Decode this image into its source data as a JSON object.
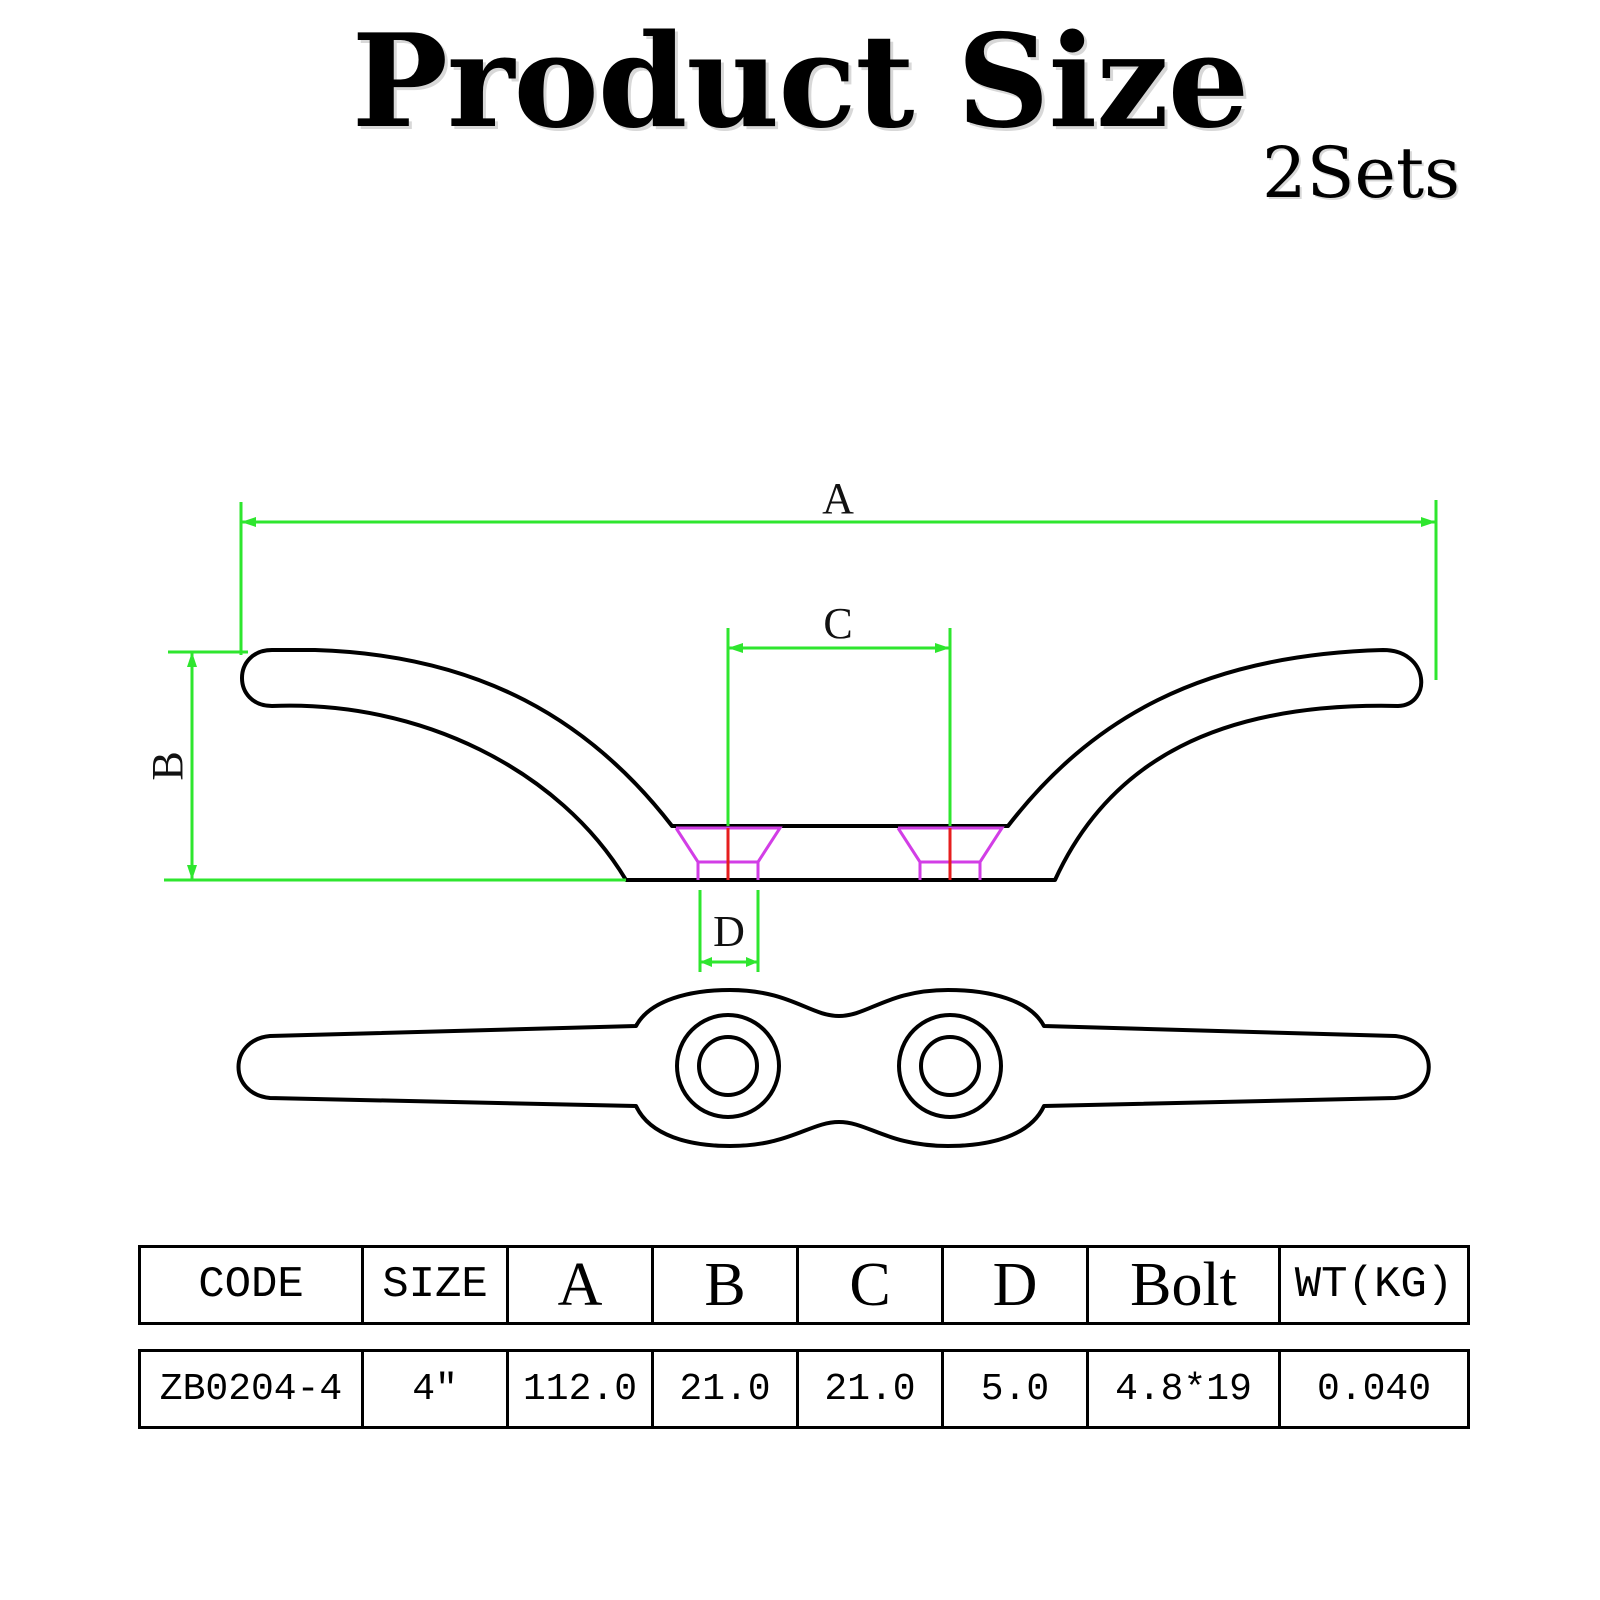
{
  "title": "Product Size",
  "quantity": "2Sets",
  "diagram": {
    "labels": {
      "a": "A",
      "b": "B",
      "c": "C",
      "d": "D"
    },
    "colors": {
      "dimension": "#2ee62e",
      "countersink": "#d23ee6",
      "centerline": "#e61e1e",
      "outline": "#000000"
    }
  },
  "table": {
    "headers": [
      "CODE",
      "SIZE",
      "A",
      "B",
      "C",
      "D",
      "Bolt",
      "WT(KG)"
    ],
    "row": [
      "ZB0204-4",
      "4″",
      "112.0",
      "21.0",
      "21.0",
      "5.0",
      "4.8*19",
      "0.040"
    ]
  }
}
